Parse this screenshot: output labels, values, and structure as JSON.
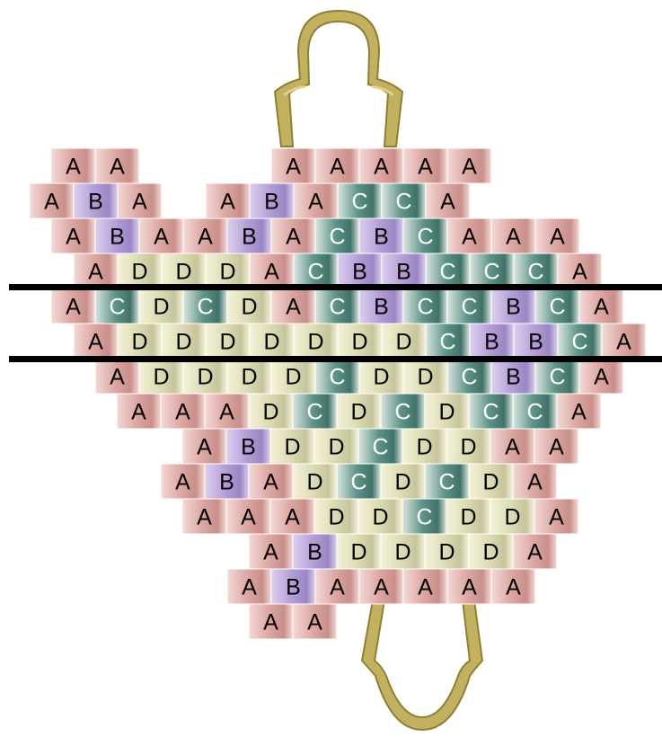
{
  "bead_key": {
    "A": {
      "light": "#f3d9d6",
      "mid": "#dda7a2",
      "dark": "#c98f8a",
      "text": "#000000"
    },
    "B": {
      "light": "#dcd0ee",
      "mid": "#b59fd8",
      "dark": "#9a86c4",
      "text": "#000000"
    },
    "C": {
      "light": "#d9e5df",
      "mid": "#5f9489",
      "dark": "#3f7268",
      "text": "#ffffff"
    },
    "D": {
      "light": "#f4f2d8",
      "mid": "#dedcb3",
      "dark": "#c6c49b",
      "text": "#000000"
    }
  },
  "pattern": [
    [
      "A",
      "A",
      "",
      "",
      "",
      "A",
      "A",
      "A",
      "A",
      "A"
    ],
    [
      "A",
      "B",
      "A",
      "",
      "A",
      "B",
      "A",
      "C",
      "C",
      "A"
    ],
    [
      "A",
      "B",
      "A",
      "A",
      "B",
      "A",
      "C",
      "B",
      "C",
      "A",
      "A",
      "A"
    ],
    [
      "A",
      "D",
      "D",
      "D",
      "A",
      "C",
      "B",
      "B",
      "C",
      "C",
      "C",
      "A"
    ],
    [
      "A",
      "C",
      "D",
      "C",
      "D",
      "A",
      "C",
      "B",
      "C",
      "C",
      "B",
      "C",
      "A"
    ],
    [
      "A",
      "D",
      "D",
      "D",
      "D",
      "D",
      "D",
      "D",
      "C",
      "B",
      "B",
      "C",
      "A"
    ],
    [
      "A",
      "D",
      "D",
      "D",
      "D",
      "C",
      "D",
      "D",
      "C",
      "B",
      "C",
      "A"
    ],
    [
      "A",
      "A",
      "A",
      "D",
      "C",
      "D",
      "C",
      "D",
      "C",
      "C",
      "A"
    ],
    [
      "A",
      "B",
      "D",
      "D",
      "C",
      "D",
      "D",
      "A",
      "A"
    ],
    [
      "A",
      "B",
      "A",
      "D",
      "C",
      "D",
      "C",
      "D",
      "A"
    ],
    [
      "A",
      "A",
      "A",
      "D",
      "D",
      "C",
      "D",
      "D",
      "A"
    ],
    [
      "A",
      "B",
      "D",
      "D",
      "D",
      "D",
      "A"
    ],
    [
      "A",
      "B",
      "A",
      "A",
      "A",
      "A",
      "A"
    ],
    [
      "A",
      "A"
    ]
  ],
  "guide_lines": {
    "count": 2,
    "color": "#000000"
  },
  "clasp": {
    "color": "#c2b15f",
    "outline": "#8f7f32",
    "parts": [
      "top-loop",
      "bottom-loop"
    ]
  }
}
